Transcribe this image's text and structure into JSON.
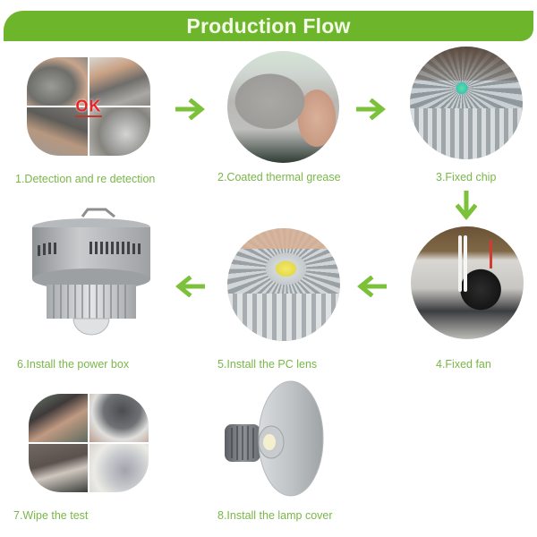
{
  "header": {
    "title": "Production Flow",
    "color": "#6db52b",
    "text_color": "#f4fbe8"
  },
  "label_color": "#7ab648",
  "arrow_color": "#7cc13a",
  "steps": [
    {
      "number": 1,
      "label": "1.Detection and re detection",
      "image": "collage-inspection-ok",
      "overlay_text": "OK"
    },
    {
      "number": 2,
      "label": "2.Coated thermal grease",
      "image": "hands-applying-grease"
    },
    {
      "number": 3,
      "label": "3.Fixed chip",
      "image": "led-chip-on-heatsink"
    },
    {
      "number": 4,
      "label": "4.Fixed fan",
      "image": "fan-with-wires"
    },
    {
      "number": 5,
      "label": "5.Install the PC lens",
      "image": "pc-lens-on-heatsink"
    },
    {
      "number": 6,
      "label": "6.Install the power box",
      "image": "lamp-with-power-box"
    },
    {
      "number": 7,
      "label": "7.Wipe the test",
      "image": "collage-wipe-test"
    },
    {
      "number": 8,
      "label": "8.Install the lamp cover",
      "image": "highbay-lamp-with-reflector"
    }
  ],
  "arrows": [
    {
      "from": 1,
      "to": 2,
      "direction": "right"
    },
    {
      "from": 2,
      "to": 3,
      "direction": "right"
    },
    {
      "from": 3,
      "to": 4,
      "direction": "down"
    },
    {
      "from": 4,
      "to": 5,
      "direction": "left"
    },
    {
      "from": 5,
      "to": 6,
      "direction": "left"
    }
  ]
}
